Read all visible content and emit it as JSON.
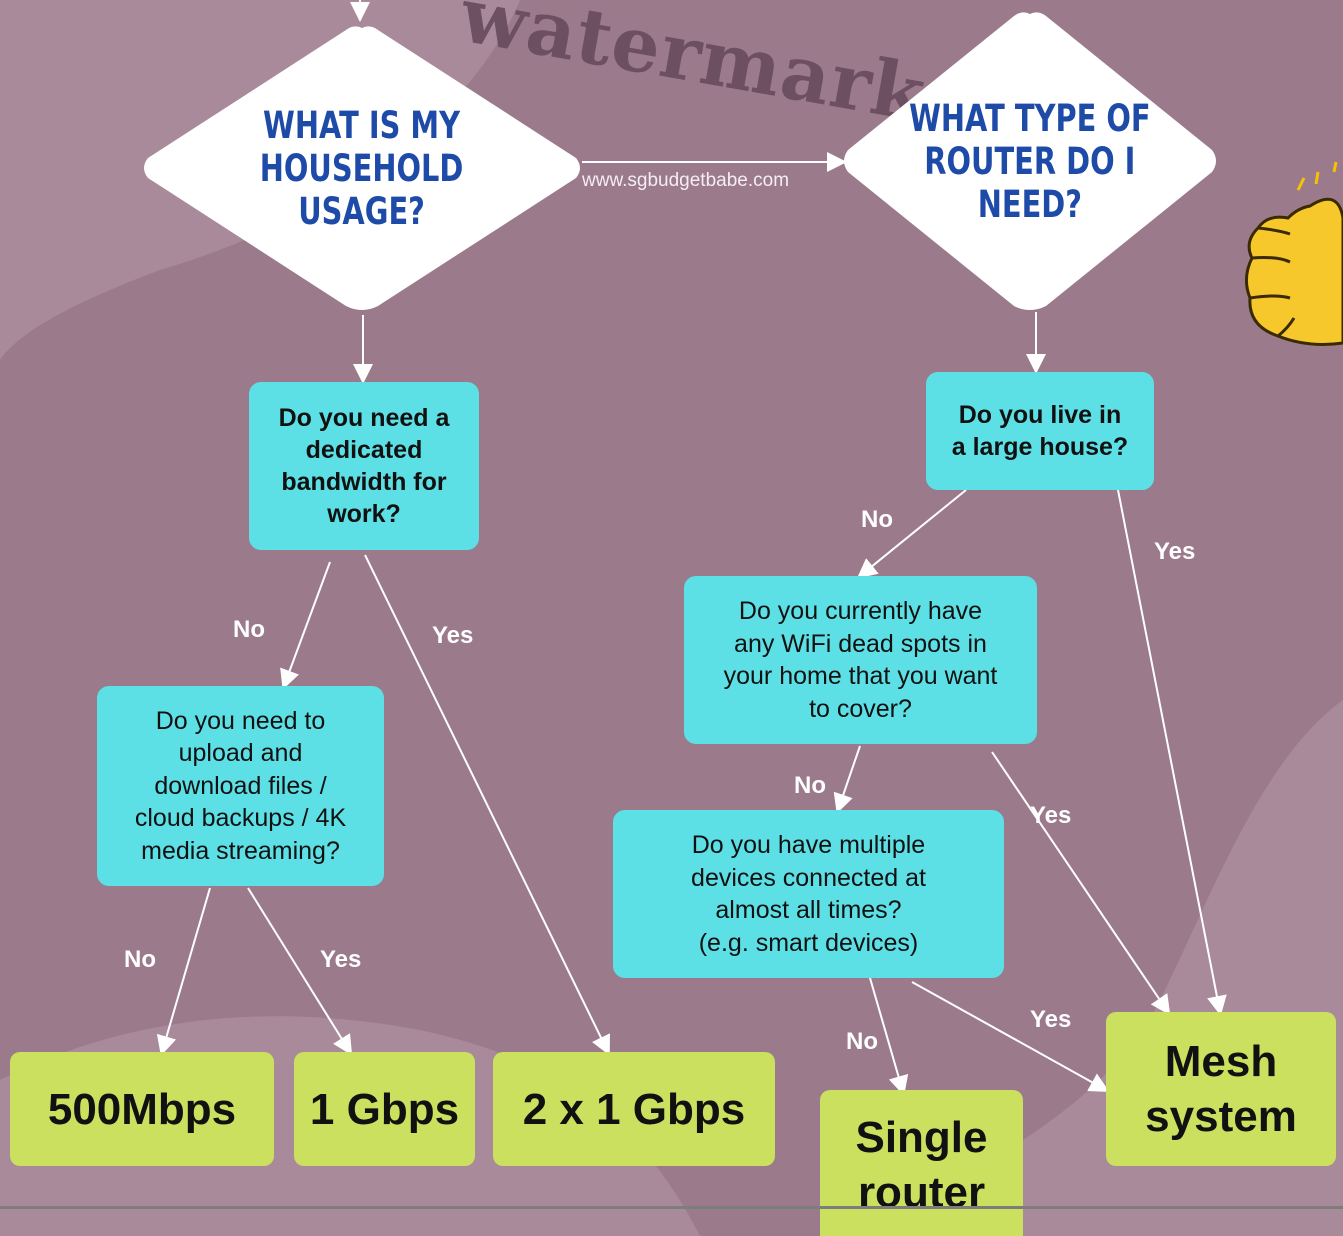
{
  "watermark": "watermark",
  "site_url": "www.sgbudgetbabe.com",
  "colors": {
    "background": "#9b7a8c",
    "question_box": "#5ce0e6",
    "answer_box": "#cbe05f",
    "diamond": "#ffffff",
    "diamond_text": "#1f4ba8"
  },
  "diamonds": {
    "usage": "WHAT IS MY\nHOUSEHOLD\nUSAGE?",
    "router": "WHAT TYPE OF\nROUTER DO I\nNEED?"
  },
  "questions": {
    "dedicated": "Do you need a\ndedicated\nbandwidth for\nwork?",
    "upload": "Do you need to\nupload and\ndownload files /\ncloud backups / 4K\nmedia streaming?",
    "large_house": "Do you live in\na large house?",
    "dead_spots": "Do you currently have\nany WiFi dead spots in\nyour home that you want\nto cover?",
    "multiple_devices": "Do you have multiple\ndevices connected at\nalmost all times?\n(e.g. smart devices)"
  },
  "answers": {
    "mbps500": "500Mbps",
    "gbps1": "1 Gbps",
    "gbps2x1": "2 x 1 Gbps",
    "single_router": "Single\nrouter",
    "mesh": "Mesh\nsystem"
  },
  "labels": {
    "no": "No",
    "yes": "Yes"
  },
  "icons": [
    "thumbs-up-icon"
  ]
}
